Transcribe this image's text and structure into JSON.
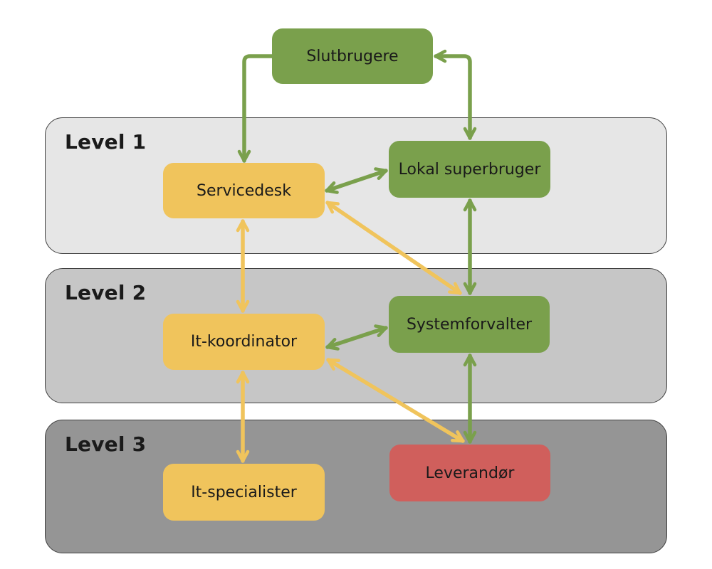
{
  "diagram_title": "IT support levels escalation diagram",
  "colors": {
    "green": "#7AA04C",
    "yellow": "#F0C45C",
    "red": "#D05F5C",
    "lane1_fill": "#E6E6E6",
    "lane2_fill": "#C6C6C6",
    "lane3_fill": "#959595",
    "lane_border": "#404040",
    "text": "#1A1A1A"
  },
  "lanes": [
    {
      "label": "Level 1"
    },
    {
      "label": "Level 2"
    },
    {
      "label": "Level 3"
    }
  ],
  "nodes": {
    "slutbrugere": {
      "label": "Slutbrugere",
      "color_role": "green",
      "lane": "none"
    },
    "servicedesk": {
      "label": "Servicedesk",
      "color_role": "yellow",
      "lane": "Level 1"
    },
    "lokal_superbruger": {
      "label": "Lokal superbruger",
      "color_role": "green",
      "lane": "Level 1"
    },
    "it_koordinator": {
      "label": "It-koordinator",
      "color_role": "yellow",
      "lane": "Level 2"
    },
    "systemforvalter": {
      "label": "Systemforvalter",
      "color_role": "green",
      "lane": "Level 2"
    },
    "it_specialister": {
      "label": "It-specialister",
      "color_role": "yellow",
      "lane": "Level 3"
    },
    "leverandor": {
      "label": "Leverandør",
      "color_role": "red",
      "lane": "Level 3"
    }
  },
  "edges": [
    {
      "from": "slutbrugere",
      "to": "servicedesk",
      "color": "green",
      "bidirectional": false,
      "shape": "elbow"
    },
    {
      "from": "slutbrugere",
      "to": "lokal_superbruger",
      "color": "green",
      "bidirectional": true,
      "shape": "elbow"
    },
    {
      "from": "servicedesk",
      "to": "lokal_superbruger",
      "color": "green",
      "bidirectional": true,
      "shape": "straight"
    },
    {
      "from": "lokal_superbruger",
      "to": "systemforvalter",
      "color": "green",
      "bidirectional": true,
      "shape": "straight"
    },
    {
      "from": "it_koordinator",
      "to": "systemforvalter",
      "color": "green",
      "bidirectional": true,
      "shape": "straight"
    },
    {
      "from": "systemforvalter",
      "to": "leverandor",
      "color": "green",
      "bidirectional": true,
      "shape": "straight"
    },
    {
      "from": "servicedesk",
      "to": "it_koordinator",
      "color": "yellow",
      "bidirectional": true,
      "shape": "straight"
    },
    {
      "from": "it_koordinator",
      "to": "it_specialister",
      "color": "yellow",
      "bidirectional": true,
      "shape": "straight"
    },
    {
      "from": "servicedesk",
      "to": "systemforvalter",
      "color": "yellow",
      "bidirectional": true,
      "shape": "straight"
    },
    {
      "from": "it_koordinator",
      "to": "leverandor",
      "color": "yellow",
      "bidirectional": true,
      "shape": "straight"
    }
  ]
}
